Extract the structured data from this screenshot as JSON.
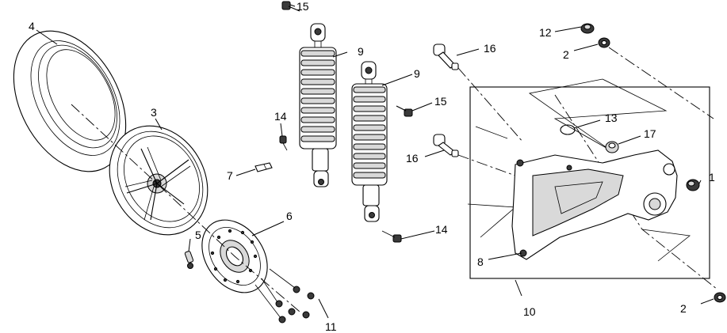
{
  "callouts": {
    "c1": "1",
    "c2a": "2",
    "c2b": "2",
    "c3": "3",
    "c4": "4",
    "c5": "5",
    "c6": "6",
    "c7": "7",
    "c8": "8",
    "c9a": "9",
    "c9b": "9",
    "c10": "10",
    "c11": "11",
    "c12": "12",
    "c13": "13",
    "c14a": "14",
    "c14b": "14",
    "c15a": "15",
    "c15b": "15",
    "c16a": "16",
    "c16b": "16",
    "c17": "17"
  }
}
